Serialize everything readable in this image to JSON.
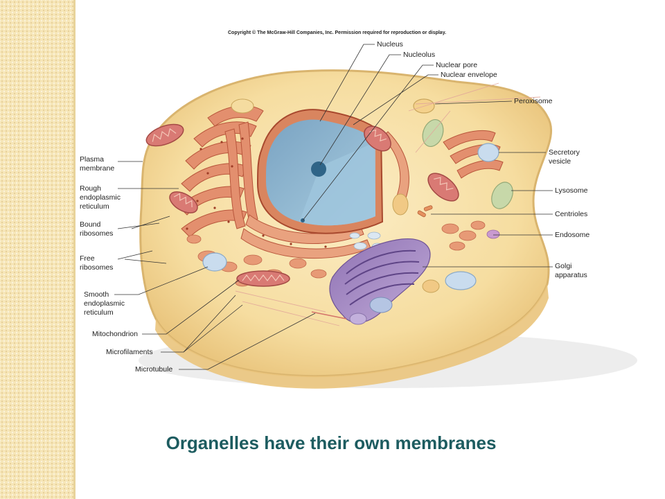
{
  "copyright": "Copyright © The McGraw-Hill Companies, Inc. Permission required for reproduction or display.",
  "caption": "Organelles have their own membranes",
  "colors": {
    "cytoplasm": "#f6dda0",
    "nucleus": "#8fb6cf",
    "er": "#e38f6e",
    "golgi": "#a58ac2",
    "mitochondrion": "#d97a74",
    "lysosome": "#c7d8a9",
    "caption": "#1d5c60",
    "side_strip": "#f6e6b8"
  },
  "labels": {
    "nucleus": "Nucleus",
    "nucleolus": "Nucleolus",
    "nuclear_pore": "Nuclear pore",
    "nuclear_envelope": "Nuclear envelope",
    "peroxisome": "Peroxisome",
    "secretory_vesicle": [
      "Secretory",
      "vesicle"
    ],
    "lysosome": "Lysosome",
    "centrioles": "Centrioles",
    "endosome": "Endosome",
    "golgi_apparatus": [
      "Golgi",
      "apparatus"
    ],
    "plasma_membrane": [
      "Plasma",
      "membrane"
    ],
    "rough_er": [
      "Rough",
      "endoplasmic",
      "reticulum"
    ],
    "bound_ribosomes": [
      "Bound",
      "ribosomes"
    ],
    "free_ribosomes": [
      "Free",
      "ribosomes"
    ],
    "smooth_er": [
      "Smooth",
      "endoplasmic",
      "reticulum"
    ],
    "mitochondrion": "Mitochondrion",
    "microfilaments": "Microfilaments",
    "microtubule": "Microtubule"
  }
}
